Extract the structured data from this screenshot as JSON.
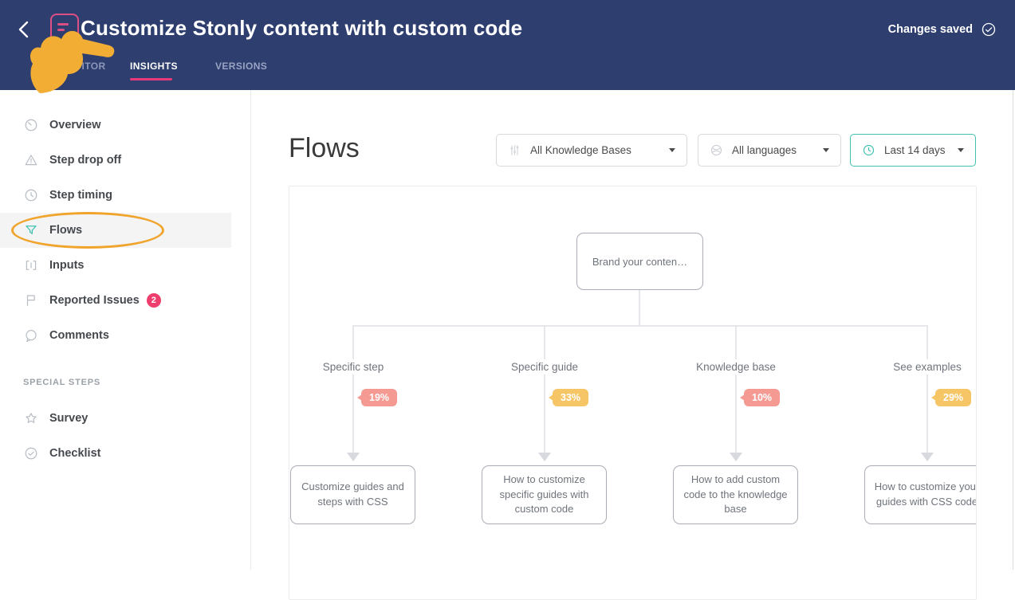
{
  "colors": {
    "header_bg": "#2d3e6f",
    "accent_pink": "#e8397a",
    "teal_accent": "#3fc1ae",
    "salmon_badge": "#f49a93",
    "yellow_badge": "#f6c566",
    "issue_badge": "#ee3e6d",
    "hand_yellow": "#f2ae34",
    "annotation_orange": "#f0a42c"
  },
  "header": {
    "title": "Customize Stonly content with custom code",
    "status_label": "Changes saved",
    "tabs": [
      {
        "label": "EDITOR",
        "active": false
      },
      {
        "label": "INSIGHTS",
        "active": true
      },
      {
        "label": "VERSIONS",
        "active": false
      }
    ]
  },
  "sidebar": {
    "items": [
      {
        "label": "Overview",
        "icon": "gauge-icon"
      },
      {
        "label": "Step drop off",
        "icon": "warning-icon"
      },
      {
        "label": "Step timing",
        "icon": "clock-icon"
      },
      {
        "label": "Flows",
        "icon": "funnel-icon",
        "active": true
      },
      {
        "label": "Inputs",
        "icon": "inputs-icon"
      },
      {
        "label": "Reported Issues",
        "icon": "flag-icon",
        "badge": "2"
      },
      {
        "label": "Comments",
        "icon": "comment-icon"
      }
    ],
    "section_label": "SPECIAL STEPS",
    "special_items": [
      {
        "label": "Survey",
        "icon": "star-icon"
      },
      {
        "label": "Checklist",
        "icon": "check-circle-icon"
      }
    ]
  },
  "main": {
    "title": "Flows",
    "filters": [
      {
        "label": "All Knowledge Bases",
        "icon": "sliders-icon"
      },
      {
        "label": "All languages",
        "icon": "globe-icon"
      },
      {
        "label": "Last 14 days",
        "icon": "clock-icon",
        "highlighted": true
      }
    ]
  },
  "flow_diagram": {
    "root": "Brand your conten…",
    "branches": [
      {
        "label": "Specific step",
        "percent": "19%",
        "badge_color": "#f49a93",
        "target": "Customize guides and steps with CSS"
      },
      {
        "label": "Specific guide",
        "percent": "33%",
        "badge_color": "#f6c566",
        "target": "How to customize specific guides with custom code"
      },
      {
        "label": "Knowledge base",
        "percent": "10%",
        "badge_color": "#f49a93",
        "target": "How to add custom code to the knowledge base"
      },
      {
        "label": "See examples",
        "percent": "29%",
        "badge_color": "#f6c566",
        "target": "How to customize your guides with CSS code"
      }
    ]
  }
}
